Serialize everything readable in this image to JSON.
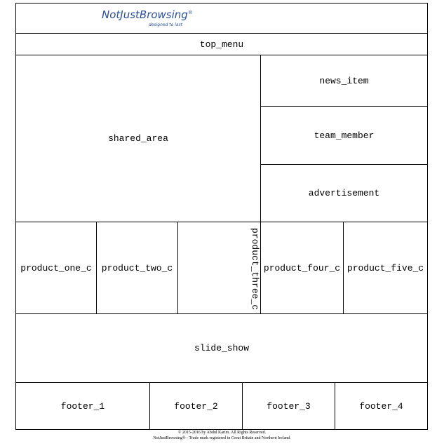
{
  "logo": {
    "name": "NotJustBrowsing",
    "mark": "®",
    "tagline": "designed to last"
  },
  "top_menu": "top_menu",
  "shared_area": "shared_area",
  "news_item": "news_item",
  "team_member": "team_member",
  "advertisement": "advertisement",
  "products": [
    "product_one_c",
    "product_two_c",
    "product_three_c",
    "product_four_c",
    "product_five_c"
  ],
  "slide_show": "slide_show",
  "footers": [
    "footer_1",
    "footer_2",
    "footer_3",
    "footer_4"
  ],
  "copyright": "© 2015-2016 by Abdul Karim. All Rights Reserved.",
  "trademark": "NotJustBrowsing® - Trade mark registered in Great Britain and Northern Ireland."
}
